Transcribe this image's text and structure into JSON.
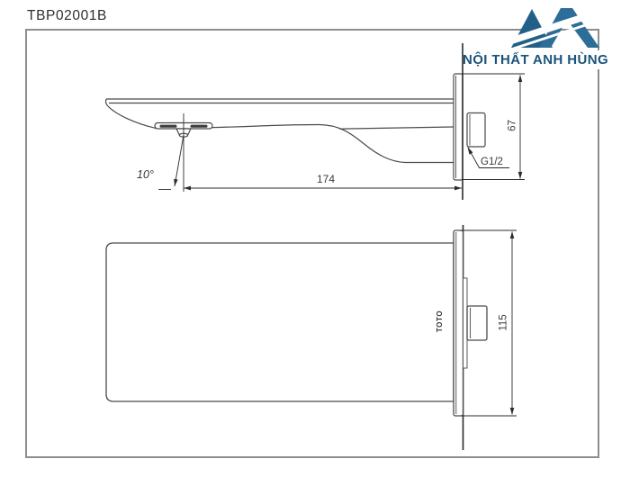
{
  "window": {
    "title": "TBP02001B"
  },
  "brand": {
    "name": "NỘI THẤT ANH HÙNG",
    "logo_icon": "double-a-monogram",
    "colors": {
      "mark_dark": "#236089",
      "mark_light": "#2d6d99",
      "text": "#19537b"
    }
  },
  "drawing": {
    "line_color": "#4a4a4a",
    "views": {
      "side": {
        "spout_angle": "10°",
        "spout_length_mm": "174",
        "flange_height_mm": "67",
        "thread_size": "G1/2"
      },
      "top": {
        "flange_width_mm": "115",
        "manufacturer_mark": "TOTO"
      }
    }
  }
}
